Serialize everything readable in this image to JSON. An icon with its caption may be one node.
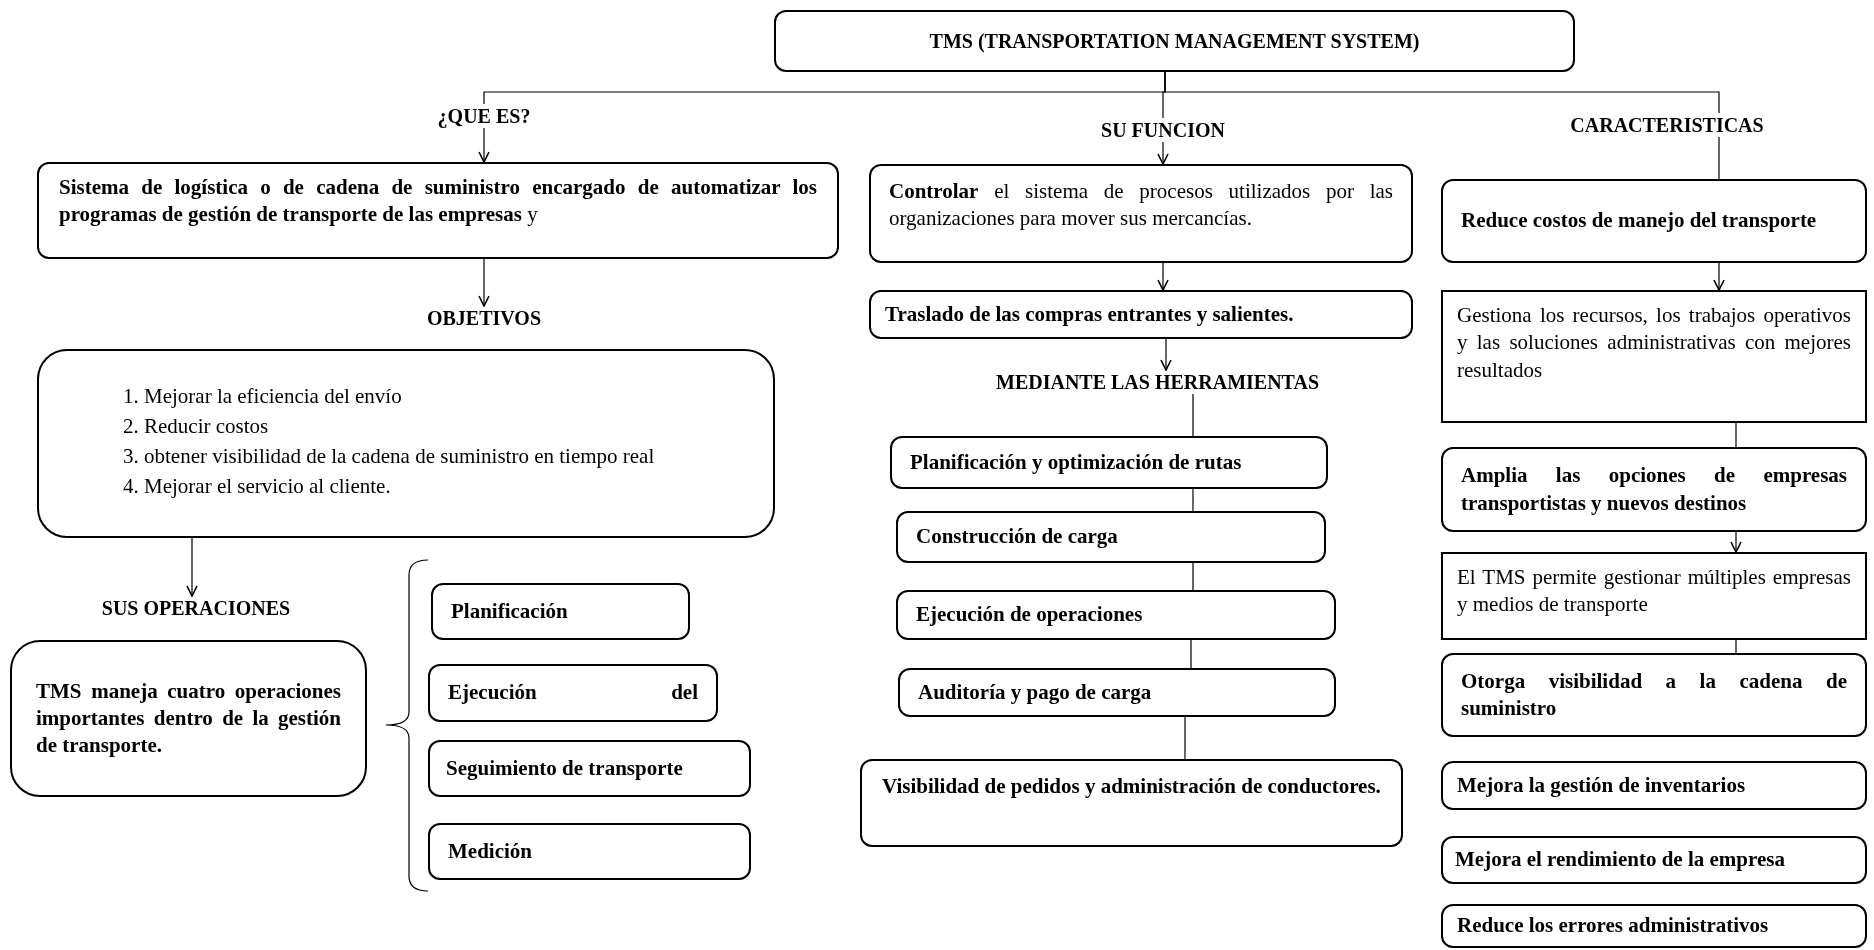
{
  "diagram": {
    "nodes": [
      {
        "text": [
          "TMS (TRANSPORTATION MANAGEMENT SYSTEM)"
        ]
      },
      {
        "text": [
          "¿QUE ES?"
        ]
      },
      {
        "text": [
          "**Sistema de logística o de cadena de suministro encargado de automatizar los programas de gestión de transporte de las empresas** y"
        ]
      },
      {
        "text": [
          "OBJETIVOS"
        ]
      },
      {
        "text": [
          "1. Mejorar la eficiencia del envío",
          "2. Reducir costos",
          "3. obtener visibilidad de la cadena de suministro en tiempo real",
          "4. Mejorar el servicio al cliente."
        ]
      },
      {
        "text": [
          "SUS OPERACIONES"
        ]
      },
      {
        "text": [
          "TMS maneja cuatro operaciones importantes dentro de la gestión de transporte."
        ]
      },
      {
        "text": [
          "Planificación"
        ]
      },
      {
        "text": [
          "Ejecución del"
        ]
      },
      {
        "text": [
          "Seguimiento de transporte"
        ]
      },
      {
        "text": [
          "Medición"
        ]
      },
      {
        "text": [
          "SU FUNCION"
        ]
      },
      {
        "text": [
          "**Controlar** el sistema de procesos utilizados por las organizaciones para mover sus mercancías."
        ]
      },
      {
        "text": [
          "Traslado de las compras entrantes y salientes."
        ]
      },
      {
        "text": [
          "MEDIANTE LAS HERRAMIENTAS"
        ]
      },
      {
        "text": [
          "Planificación y optimización de rutas"
        ]
      },
      {
        "text": [
          "Construcción de carga"
        ]
      },
      {
        "text": [
          "Ejecución de operaciones"
        ]
      },
      {
        "text": [
          "Auditoría y pago de carga"
        ]
      },
      {
        "text": [
          "Visibilidad de pedidos y administración de conductores."
        ]
      },
      {
        "text": [
          "CARACTERISTICAS"
        ]
      },
      {
        "text": [
          "Reduce costos de manejo del transporte"
        ]
      },
      {
        "text": [
          "Gestiona los recursos, los trabajos operativos y las soluciones administrativas con mejores resultados"
        ]
      },
      {
        "text": [
          "Amplia las opciones de empresas transportistas y nuevos destinos"
        ]
      },
      {
        "text": [
          "El TMS permite gestionar múltiples empresas y medios de transporte"
        ]
      },
      {
        "text": [
          "Otorga visibilidad a la cadena de suministro"
        ]
      },
      {
        "text": [
          "Mejora la gestión de inventarios"
        ]
      },
      {
        "text": [
          "Mejora el rendimiento de la empresa"
        ]
      },
      {
        "text": [
          "Reduce los errores administrativos"
        ]
      }
    ],
    "edges": [
      {
        "from": 0,
        "to": 1,
        "arrow": "none"
      },
      {
        "from": 1,
        "to": 2,
        "arrow": "to"
      },
      {
        "from": 0,
        "to": 11,
        "arrow": "none"
      },
      {
        "from": 11,
        "to": 12,
        "arrow": "to"
      },
      {
        "from": 0,
        "to": 20,
        "arrow": "none"
      },
      {
        "from": 20,
        "to": 21,
        "arrow": "none"
      },
      {
        "from": 2,
        "to": 3,
        "arrow": "to"
      },
      {
        "from": 4,
        "to": 5,
        "arrow": "to"
      },
      {
        "from": 12,
        "to": 13,
        "arrow": "to"
      },
      {
        "from": 13,
        "to": 14,
        "arrow": "to"
      },
      {
        "from": 14,
        "to": 15,
        "arrow": "none"
      },
      {
        "from": 15,
        "to": 16,
        "arrow": "none"
      },
      {
        "from": 16,
        "to": 17,
        "arrow": "none"
      },
      {
        "from": 17,
        "to": 18,
        "arrow": "none"
      },
      {
        "from": 18,
        "to": 19,
        "arrow": "none"
      },
      {
        "from": 21,
        "to": 22,
        "arrow": "to"
      },
      {
        "from": 22,
        "to": 23,
        "arrow": "none"
      },
      {
        "from": 23,
        "to": 24,
        "arrow": "to"
      },
      {
        "from": 24,
        "to": 25,
        "arrow": "none"
      }
    ]
  }
}
